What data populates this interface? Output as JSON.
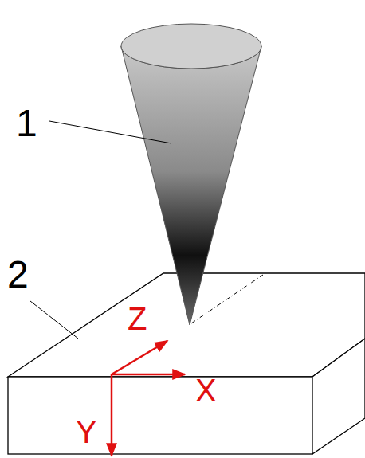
{
  "diagram": {
    "labels": [
      "1",
      "2",
      "Z",
      "X",
      "Y"
    ]
  }
}
